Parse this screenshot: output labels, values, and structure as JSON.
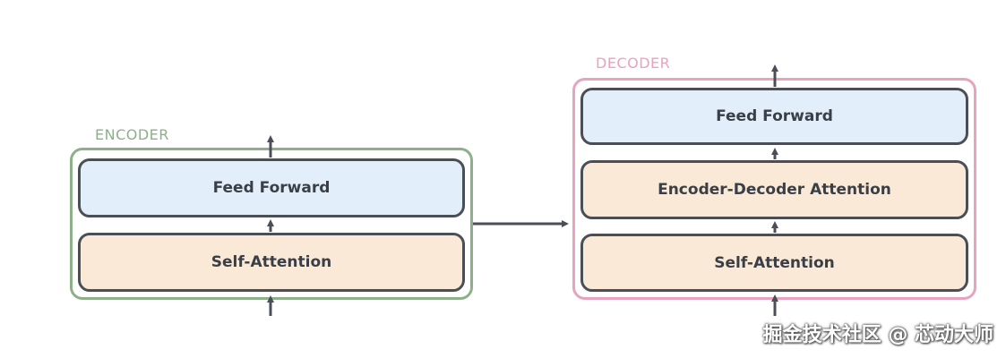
{
  "encoder": {
    "label": "ENCODER",
    "color": "#8db08a",
    "blocks": {
      "feed_forward": "Feed Forward",
      "self_attention": "Self-Attention"
    }
  },
  "decoder": {
    "label": "DECODER",
    "color": "#e8a3bf",
    "blocks": {
      "feed_forward": "Feed Forward",
      "encoder_decoder_attention": "Encoder-Decoder Attention",
      "self_attention": "Self-Attention"
    }
  },
  "colors": {
    "feed_forward_fill": "#e3eefb",
    "attention_fill": "#fbe9d8",
    "block_border": "#4a4f57",
    "arrow": "#4a4f57"
  },
  "watermark": "掘金技术社区 @ 芯动大师"
}
